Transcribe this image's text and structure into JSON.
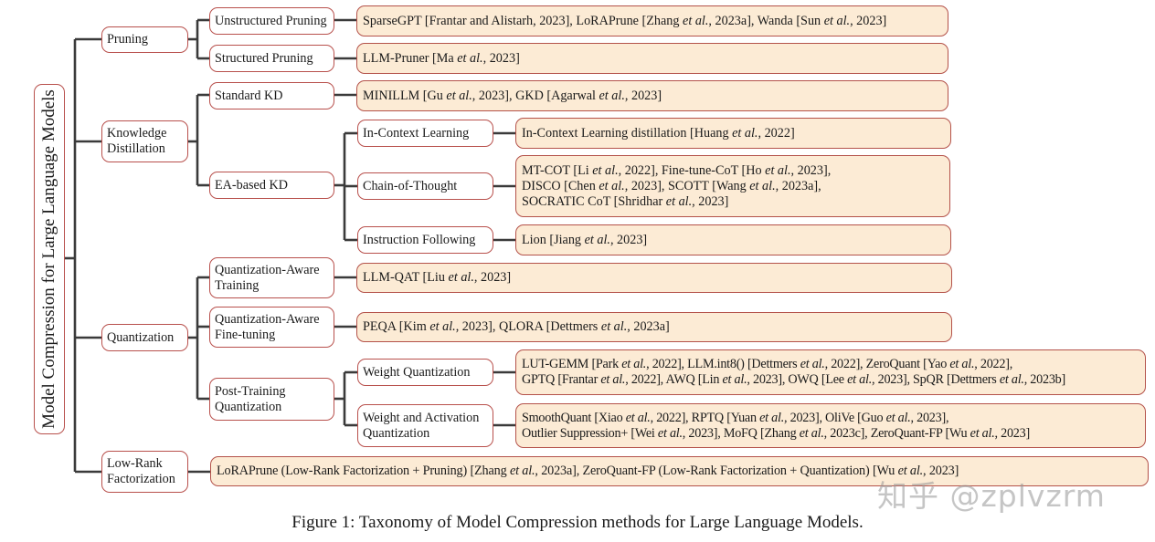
{
  "diagram": {
    "root": "Model Compression for Large Language Models",
    "branches": {
      "pruning": {
        "label": "Pruning",
        "children": {
          "unstructured": {
            "label": "Unstructured Pruning",
            "works": "SparseGPT [Frantar and Alistarh, 2023], LoRAPrune [Zhang et al., 2023a], Wanda [Sun et al., 2023]"
          },
          "structured": {
            "label": "Structured Pruning",
            "works": "LLM-Pruner [Ma et al., 2023]"
          }
        }
      },
      "kd": {
        "label_line1": "Knowledge",
        "label_line2": "Distillation",
        "children": {
          "standard": {
            "label": "Standard KD",
            "works": "MINILLM [Gu et al., 2023], GKD [Agarwal et al., 2023]"
          },
          "ea_based": {
            "label": "EA-based KD",
            "children": {
              "icl": {
                "label": "In-Context Learning",
                "works": "In-Context Learning distillation [Huang et al., 2022]"
              },
              "cot": {
                "label": "Chain-of-Thought",
                "works_line1": "MT-COT [Li et al., 2022], Fine-tune-CoT [Ho et al., 2023],",
                "works_line2": "DISCO [Chen et al., 2023], SCOTT [Wang et al., 2023a],",
                "works_line3": "SOCRATIC CoT [Shridhar et al., 2023]"
              },
              "if": {
                "label": "Instruction Following",
                "works": "Lion [Jiang et al., 2023]"
              }
            }
          }
        }
      },
      "quantization": {
        "label": "Quantization",
        "children": {
          "qat": {
            "label_line1": "Quantization-Aware",
            "label_line2": "Training",
            "works": "LLM-QAT [Liu et al., 2023]"
          },
          "qaf": {
            "label_line1": "Quantization-Aware",
            "label_line2": "Fine-tuning",
            "works": "PEQA [Kim et al., 2023], QLORA [Dettmers et al., 2023a]"
          },
          "ptq": {
            "label_line1": "Post-Training",
            "label_line2": "Quantization",
            "children": {
              "wq": {
                "label": "Weight Quantization",
                "works_line1": "LUT-GEMM [Park et al., 2022], LLM.int8() [Dettmers et al., 2022], ZeroQuant [Yao et al., 2022],",
                "works_line2": "GPTQ [Frantar et al., 2022], AWQ [Lin et al., 2023], OWQ [Lee et al., 2023], SpQR [Dettmers et al., 2023b]"
              },
              "waq": {
                "label_line1": "Weight and Activation",
                "label_line2": "Quantization",
                "works_line1": "SmoothQuant [Xiao et al., 2022], RPTQ [Yuan et al., 2023], OliVe [Guo et al., 2023],",
                "works_line2": "Outlier Suppression+ [Wei et al., 2023], MoFQ [Zhang et al., 2023c], ZeroQuant-FP [Wu et al., 2023]"
              }
            }
          }
        }
      },
      "lrf": {
        "label_line1": "Low-Rank",
        "label_line2": "Factorization",
        "works": "LoRAPrune (Low-Rank Factorization + Pruning) [Zhang et al., 2023a], ZeroQuant-FP (Low-Rank Factorization + Quantization) [Wu et al., 2023]"
      }
    },
    "colors": {
      "connector": "#3a3a3a",
      "box_border": "#b8504c",
      "leaf_fill": "#fcebd5",
      "node_fill": "#ffffff"
    }
  },
  "caption": "Figure 1: Taxonomy of Model Compression methods for Large Language Models.",
  "watermark": "知乎 @zplvzrm"
}
